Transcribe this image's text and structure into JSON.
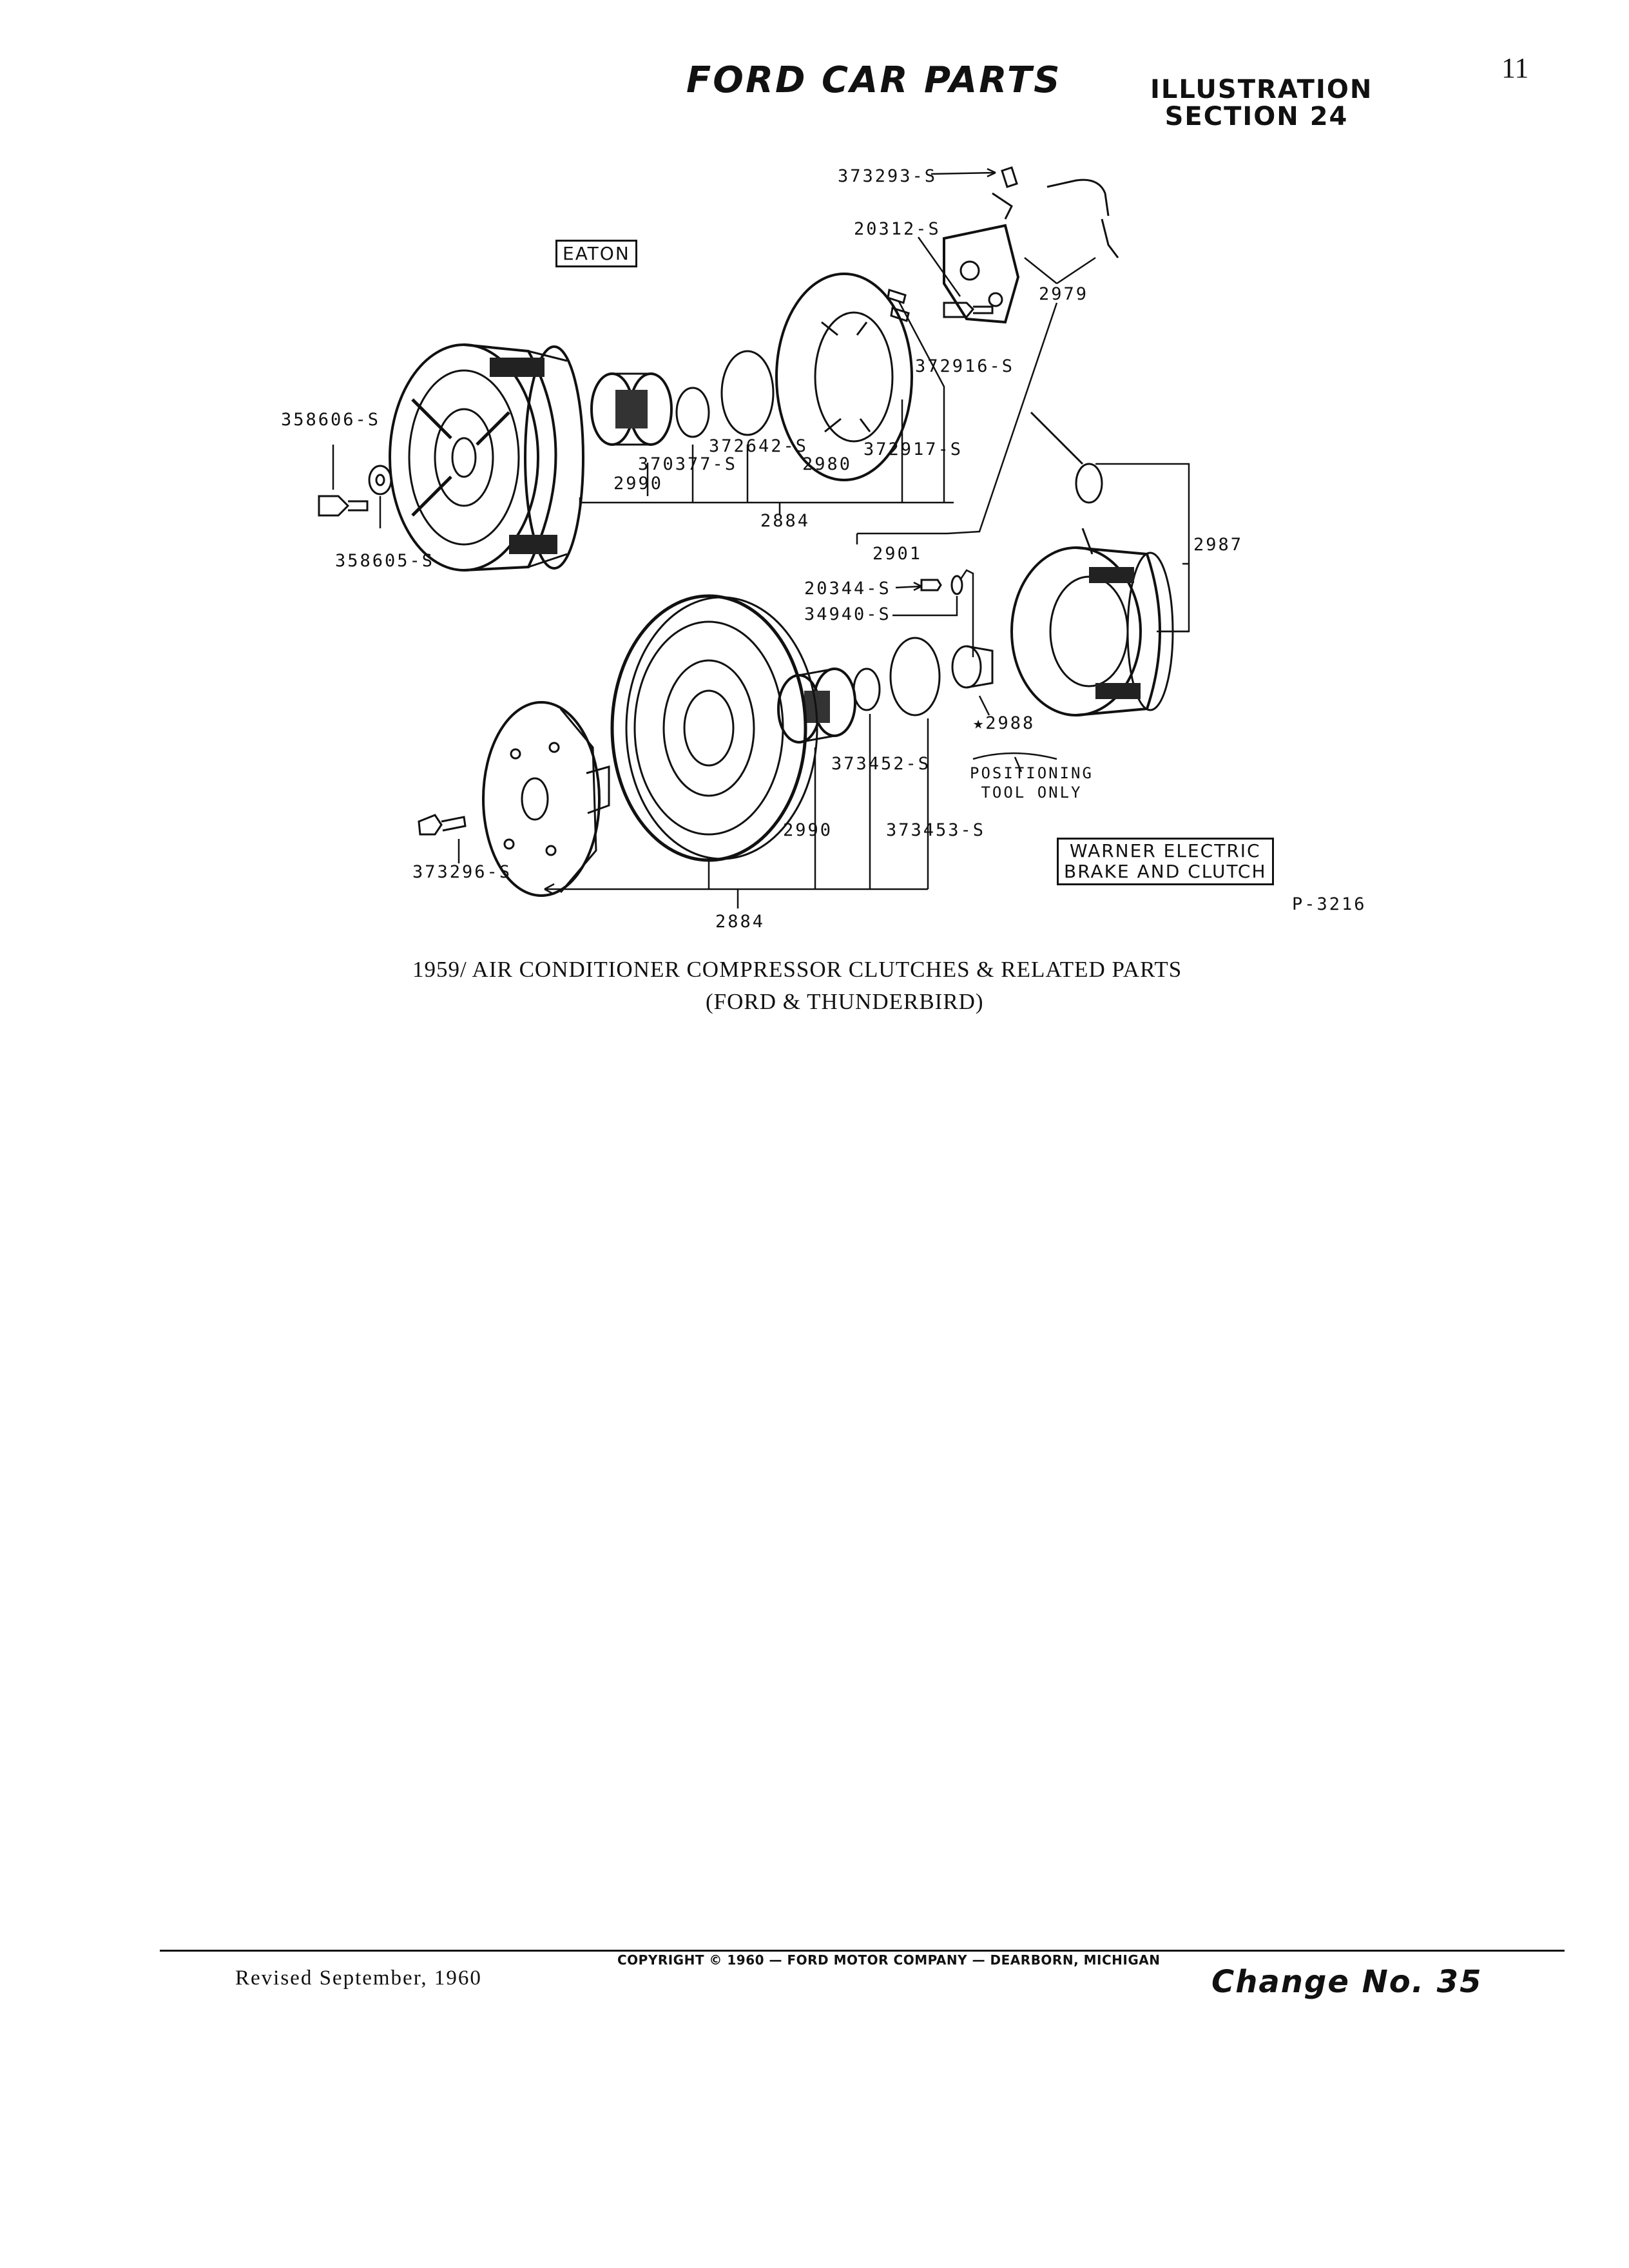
{
  "header": {
    "title": "FORD CAR PARTS",
    "illustration_line1": "ILLUSTRATION",
    "illustration_line2": "SECTION 24",
    "page_number": "11"
  },
  "diagram": {
    "eaton_label": "EATON",
    "warner_label_line1": "WARNER ELECTRIC",
    "warner_label_line2": "BRAKE AND CLUTCH",
    "figure_code": "P-3216",
    "positioning_line1": "POSITIONING",
    "positioning_line2": "TOOL ONLY",
    "parts": {
      "p373293s": "373293-S",
      "p20312s": "20312-S",
      "p2979": "2979",
      "p372916s": "372916-S",
      "p358606s": "358606-S",
      "p372642s": "372642-S",
      "p370377s": "370377-S",
      "p2980": "2980",
      "p372917s": "372917-S",
      "p2990a": "2990",
      "p2884a": "2884",
      "p2901": "2901",
      "p358605s": "358605-S",
      "p2987": "2987",
      "p20344s": "20344-S",
      "p34940s": "34940-S",
      "p2988": "★2988",
      "p373452s": "373452-S",
      "p2990b": "2990",
      "p373453s": "373453-S",
      "p373296s": "373296-S",
      "p2884b": "2884"
    }
  },
  "caption": {
    "line1": "1959/   AIR CONDITIONER COMPRESSOR CLUTCHES & RELATED PARTS",
    "line2": "(FORD & THUNDERBIRD)"
  },
  "footer": {
    "revised": "Revised September, 1960",
    "copyright": "COPYRIGHT © 1960 — FORD MOTOR COMPANY — DEARBORN, MICHIGAN",
    "change": "Change No. 35"
  }
}
